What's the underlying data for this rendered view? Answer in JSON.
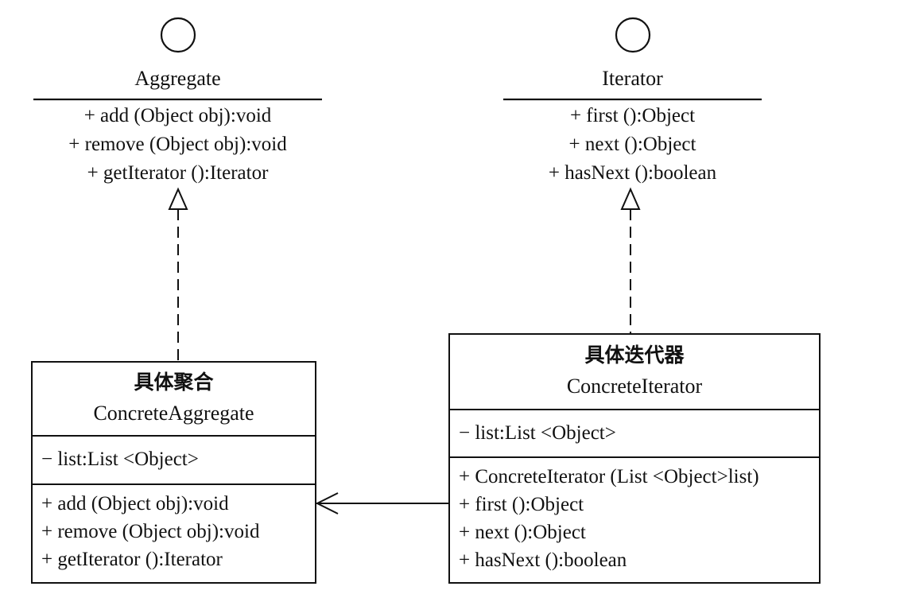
{
  "aggregate_interface": {
    "name": "Aggregate",
    "operations": [
      "+ add (Object obj):void",
      "+ remove (Object obj):void",
      "+ getIterator ():Iterator"
    ]
  },
  "iterator_interface": {
    "name": "Iterator",
    "operations": [
      "+ first ():Object",
      "+ next ():Object",
      "+ hasNext ():boolean"
    ]
  },
  "concrete_aggregate": {
    "name_cn": "具体聚合",
    "name": "ConcreteAggregate",
    "attributes": [
      "− list:List <Object>"
    ],
    "operations": [
      "+ add (Object obj):void",
      "+ remove (Object obj):void",
      "+ getIterator ():Iterator"
    ]
  },
  "concrete_iterator": {
    "name_cn": "具体迭代器",
    "name": "ConcreteIterator",
    "attributes": [
      "− list:List <Object>"
    ],
    "operations": [
      "+ ConcreteIterator (List <Object>list)",
      "+ first ():Object",
      "+ next ():Object",
      "+ hasNext ():boolean"
    ]
  }
}
